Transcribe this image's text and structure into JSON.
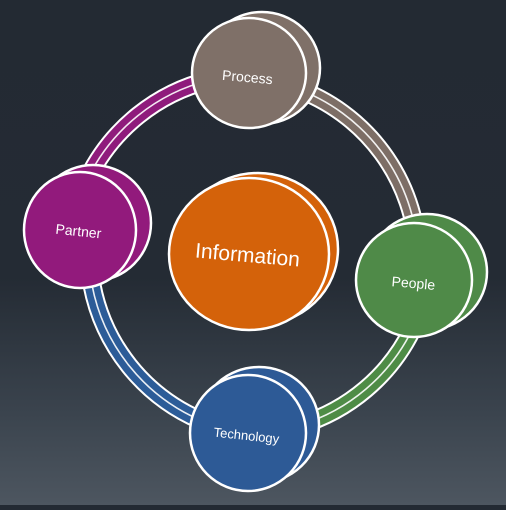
{
  "diagram": {
    "center": {
      "label": "Information",
      "color": "#d4620a"
    },
    "nodes": [
      {
        "id": "process",
        "label": "Process",
        "color": "#7f7068"
      },
      {
        "id": "people",
        "label": "People",
        "color": "#4f8a48"
      },
      {
        "id": "technology",
        "label": "Technology",
        "color": "#2d5a96"
      },
      {
        "id": "partner",
        "label": "Partner",
        "color": "#921a7c"
      }
    ],
    "arcs": [
      {
        "from": "partner",
        "to": "process",
        "color": "#8f1b7c"
      },
      {
        "from": "process",
        "to": "people",
        "color": "#7d6e66"
      },
      {
        "from": "people",
        "to": "technology",
        "color": "#4e8c46"
      },
      {
        "from": "technology",
        "to": "partner",
        "color": "#2c5c98"
      }
    ]
  }
}
